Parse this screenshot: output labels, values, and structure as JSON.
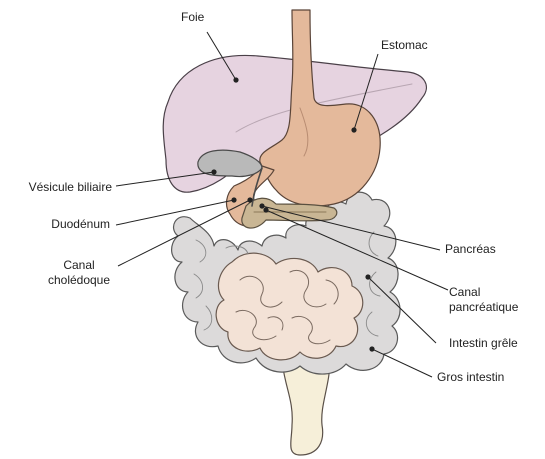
{
  "labels": {
    "foie": "Foie",
    "estomac": "Estomac",
    "vesicule": "Vésicule biliaire",
    "duodenum": "Duodénum",
    "canal_choledoque_1": "Canal",
    "canal_choledoque_2": "cholédoque",
    "pancreas": "Pancréas",
    "canal_pancreatique_1": "Canal",
    "canal_pancreatique_2": "pancréatique",
    "intestin_grele": "Intestin grêle",
    "gros_intestin": "Gros intestin"
  },
  "colors": {
    "liver": "#e6d3e0",
    "liver_stroke": "#4a4048",
    "stomach": "#e4b99b",
    "stomach_stroke": "#5a4438",
    "gallbladder": "#b9b9b9",
    "pancreas": "#c9b694",
    "large_intestine": "#dcdada",
    "small_intestine": "#f3e2d6",
    "rectum": "#f6efd9",
    "leader": "#222222"
  }
}
